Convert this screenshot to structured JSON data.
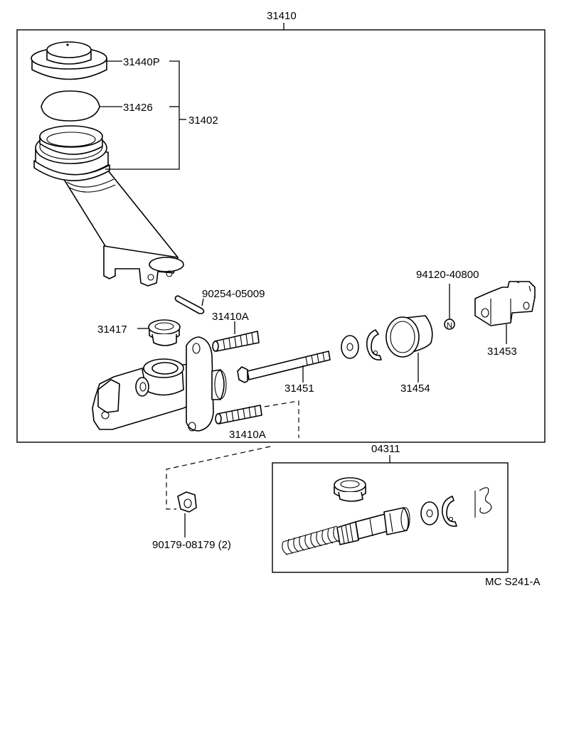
{
  "labels": {
    "assembly": "31410",
    "cap": "31440P",
    "gasket": "31426",
    "reservoir": "31402",
    "pin": "90254-05009",
    "grommet": "31417",
    "stud_top": "31410A",
    "pushrod_bolt": "31451",
    "boot": "31454",
    "clip_no": "94120-40800",
    "bracket": "31453",
    "stud_bottom": "31410A",
    "kit": "04311",
    "nut": "90179-08179 (2)",
    "diagram_code": "MC S241-A"
  },
  "symbols": {
    "new_part_mark": "N"
  }
}
